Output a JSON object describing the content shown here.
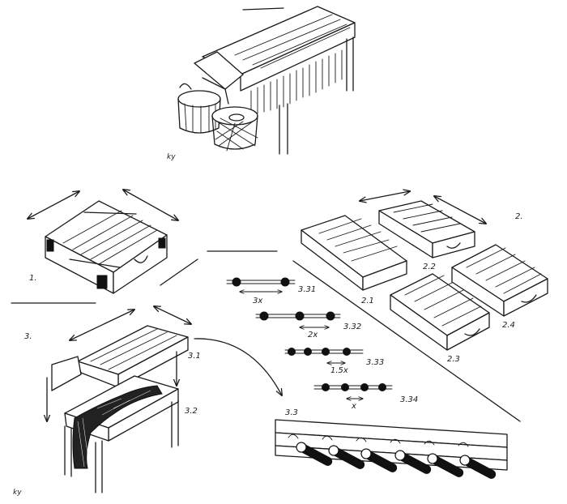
{
  "signatures": [
    "ky",
    "ky"
  ],
  "section_labels": {
    "s1": "1.",
    "s2": "2.",
    "s3": "3."
  },
  "box_labels": {
    "b21": "2.1",
    "b22": "2.2",
    "b23": "2.3",
    "b24": "2.4"
  },
  "step_labels": {
    "s31": "3.1",
    "s32": "3.2",
    "s33": "3.3",
    "s331": "3.31",
    "s332": "3.32",
    "s333": "3.33",
    "s334": "3.34"
  },
  "spacing_labels": {
    "d331": "3x",
    "d332": "2x",
    "d333": "1.5x",
    "d334": "x"
  }
}
